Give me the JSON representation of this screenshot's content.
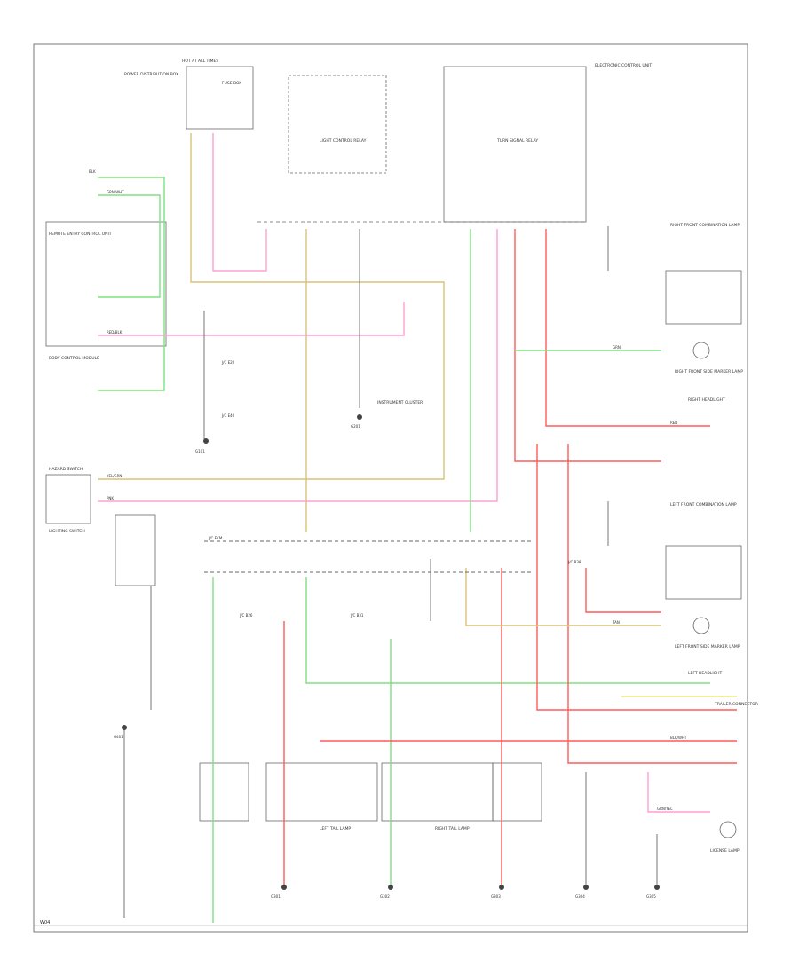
{
  "diagram": {
    "footer_code": "W04",
    "palette": {
      "pink": "#ff9fd2",
      "green": "#7ee27e",
      "tan": "#d9c27a",
      "red": "#ff5a5a",
      "yellow": "#ecec7a",
      "gray": "#666666"
    },
    "component_labels": [
      {
        "id": "c1",
        "text": "POWER DISTRIBUTION BOX"
      },
      {
        "id": "c2",
        "text": "HOT AT ALL TIMES"
      },
      {
        "id": "c3",
        "text": "FUSE BOX"
      },
      {
        "id": "c4",
        "text": "LIGHT CONTROL RELAY"
      },
      {
        "id": "c5",
        "text": "TURN SIGNAL RELAY"
      },
      {
        "id": "c6",
        "text": "ELECTRONIC CONTROL UNIT"
      },
      {
        "id": "c7",
        "text": "REMOTE ENTRY CONTROL UNIT"
      },
      {
        "id": "c8",
        "text": "BODY CONTROL MODULE"
      },
      {
        "id": "c9",
        "text": "HAZARD SWITCH"
      },
      {
        "id": "c10",
        "text": "LIGHTING SWITCH"
      },
      {
        "id": "c11",
        "text": "RIGHT HEADLIGHT"
      },
      {
        "id": "c12",
        "text": "RIGHT FRONT SIDE MARKER LAMP"
      },
      {
        "id": "c13",
        "text": "LEFT HEADLIGHT"
      },
      {
        "id": "c14",
        "text": "LEFT FRONT SIDE MARKER LAMP"
      },
      {
        "id": "c15",
        "text": "LEFT TAIL LAMP"
      },
      {
        "id": "c16",
        "text": "RIGHT TAIL LAMP"
      },
      {
        "id": "c17",
        "text": "LICENSE LAMP"
      },
      {
        "id": "c18",
        "text": "INSTRUMENT CLUSTER"
      },
      {
        "id": "c19",
        "text": "TRAILER CONNECTOR"
      },
      {
        "id": "c20",
        "text": "RIGHT FRONT COMBINATION LAMP"
      },
      {
        "id": "c21",
        "text": "LEFT FRONT COMBINATION LAMP"
      }
    ],
    "wire_labels": [
      {
        "id": "w1",
        "text": "BLK"
      },
      {
        "id": "w2",
        "text": "GRN/WHT"
      },
      {
        "id": "w3",
        "text": "RED/BLK"
      },
      {
        "id": "w4",
        "text": "YEL/GRN"
      },
      {
        "id": "w5",
        "text": "PNK"
      },
      {
        "id": "w6",
        "text": "GRN"
      },
      {
        "id": "w7",
        "text": "RED"
      },
      {
        "id": "w8",
        "text": "TAN"
      },
      {
        "id": "w9",
        "text": "BLK/WHT"
      },
      {
        "id": "w10",
        "text": "GRN/YEL"
      }
    ],
    "connector_labels": [
      {
        "id": "k1",
        "text": "J/C ECM"
      },
      {
        "id": "k2",
        "text": "J/C E20"
      },
      {
        "id": "k3",
        "text": "J/C E40"
      },
      {
        "id": "k4",
        "text": "J/C B26"
      },
      {
        "id": "k5",
        "text": "J/C B31"
      },
      {
        "id": "k6",
        "text": "J/C B38"
      }
    ],
    "ground_labels": [
      {
        "id": "g1",
        "text": "G101"
      },
      {
        "id": "g2",
        "text": "G201"
      },
      {
        "id": "g3",
        "text": "G301"
      },
      {
        "id": "g4",
        "text": "G302"
      },
      {
        "id": "g5",
        "text": "G303"
      },
      {
        "id": "g6",
        "text": "G304"
      },
      {
        "id": "g7",
        "text": "G305"
      },
      {
        "id": "g8",
        "text": "G401"
      }
    ]
  }
}
